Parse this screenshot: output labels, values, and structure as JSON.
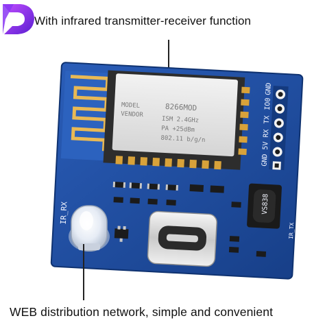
{
  "brand": {
    "logo_letter": "D",
    "accent": "#7b2ff7",
    "accent2": "#c24dff"
  },
  "captions": {
    "top": "With infrared transmitter-receiver function",
    "bottom": "WEB distribution network, simple and convenient"
  },
  "board": {
    "color": "#1f4fa3",
    "module": {
      "line1": "MODEL",
      "line2": "VENDOR",
      "part": "8266MOD",
      "spec1": "ISM 2.4GHz",
      "spec2": "PA +25dBm",
      "spec3": "802.11 b/g/n"
    },
    "pin_labels": [
      "GND",
      "IO0",
      "TX",
      "RX",
      "5V",
      "GND"
    ],
    "ir_label": "IR_RX",
    "ir_tx_label": "IR_TX",
    "receiver_label": "VS838"
  }
}
